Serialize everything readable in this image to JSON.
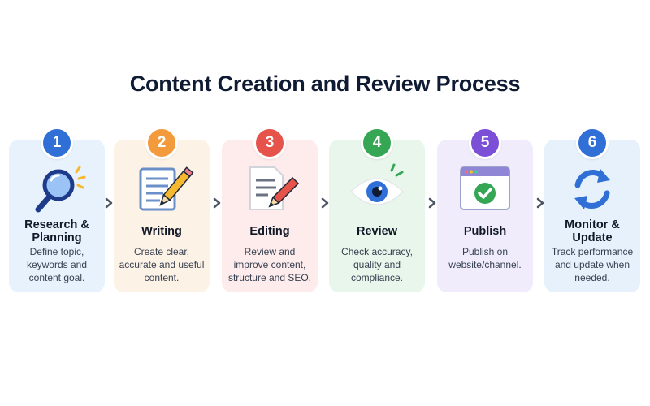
{
  "title": "Content Creation and Review Process",
  "steps": [
    {
      "number": "1",
      "title": "Research & Planning",
      "description": "Define topic, keywords and content goal.",
      "icon": "magnifier-icon",
      "color": "#2f6fd6"
    },
    {
      "number": "2",
      "title": "Writing",
      "description": "Create clear, accurate and useful content.",
      "icon": "notepad-pencil-icon",
      "color": "#f39a3c"
    },
    {
      "number": "3",
      "title": "Editing",
      "description": "Review and improve content, structure and SEO.",
      "icon": "document-edit-icon",
      "color": "#e5534b"
    },
    {
      "number": "4",
      "title": "Review",
      "description": "Check accuracy, quality and compliance.",
      "icon": "eye-icon",
      "color": "#35a654"
    },
    {
      "number": "5",
      "title": "Publish",
      "description": "Publish on website/channel.",
      "icon": "browser-check-icon",
      "color": "#7b4fd6"
    },
    {
      "number": "6",
      "title": "Monitor & Update",
      "description": "Track performance and update when needed.",
      "icon": "refresh-icon",
      "color": "#2f6fd6"
    }
  ]
}
